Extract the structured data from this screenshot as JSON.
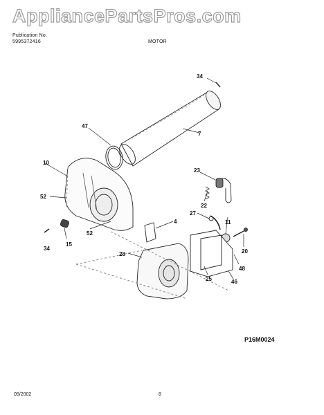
{
  "header": {
    "watermark": "AppliancePartsPros.com",
    "publication_label": "Publication No.",
    "publication_number": "5995372416",
    "title": "MOTOR"
  },
  "parts": [
    "34",
    "47",
    "7",
    "10",
    "23",
    "52",
    "22",
    "4",
    "27",
    "11",
    "34",
    "15",
    "52",
    "20",
    "28",
    "48",
    "25",
    "46"
  ],
  "diagram_code": "P16M0024",
  "footer": {
    "date": "05/2002",
    "page": "8"
  }
}
